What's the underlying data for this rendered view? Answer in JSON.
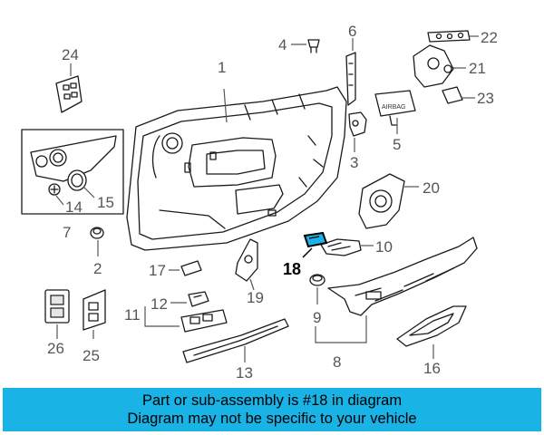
{
  "callouts": {
    "c1": "1",
    "c2": "2",
    "c3": "3",
    "c4": "4",
    "c5": "5",
    "c6": "6",
    "c7": "7",
    "c8": "8",
    "c9": "9",
    "c10": "10",
    "c11": "11",
    "c12": "12",
    "c13": "13",
    "c14": "14",
    "c15": "15",
    "c16": "16",
    "c17": "17",
    "c18": "18",
    "c19": "19",
    "c20": "20",
    "c21": "21",
    "c22": "22",
    "c23": "23",
    "c24": "24",
    "c25": "25",
    "c26": "26"
  },
  "part_text": {
    "airbag_label": "AIRBAG"
  },
  "highlight": {
    "part": "18",
    "color": "#1ab3e6"
  },
  "banner": {
    "line1": "Part or sub-assembly is #18 in diagram",
    "line2": "Diagram may not be specific to your vehicle",
    "background": "#1ab3e6"
  }
}
